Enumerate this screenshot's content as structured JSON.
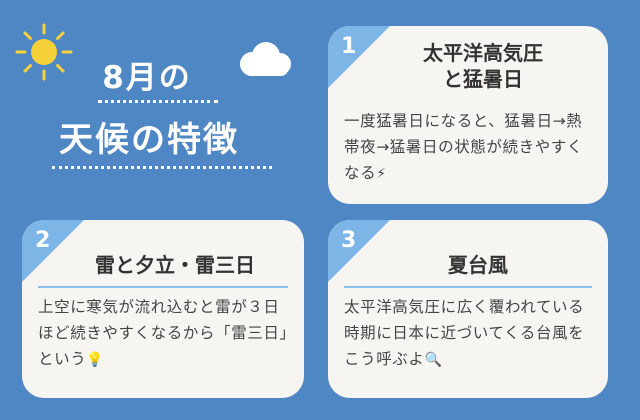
{
  "header": {
    "title_line1": "8月の",
    "title_line2": "天候の特徴"
  },
  "cards": [
    {
      "number": "1",
      "title_line1": "太平洋高気圧",
      "title_line2": "と猛暑日",
      "body": "一度猛暑日になると、猛暑日→熱帯夜→猛暑日の状態が続きやすくなる",
      "emoji": "⚡"
    },
    {
      "number": "2",
      "title": "雷と夕立・雷三日",
      "body": "上空に寒気が流れ込むと雷が３日ほど続きやすくなるから「雷三日」という",
      "emoji": "💡"
    },
    {
      "number": "3",
      "title": "夏台風",
      "body": "太平洋高気圧に広く覆われている時期に日本に近づいてくる台風をこう呼ぶよ",
      "emoji": "🔍"
    }
  ],
  "colors": {
    "background": "#4f86c4",
    "card": "#f7f5f2",
    "badge": "#7cb5e6",
    "sun": "#f6d23a"
  },
  "icons": [
    "sun-icon",
    "cloud-icon"
  ]
}
